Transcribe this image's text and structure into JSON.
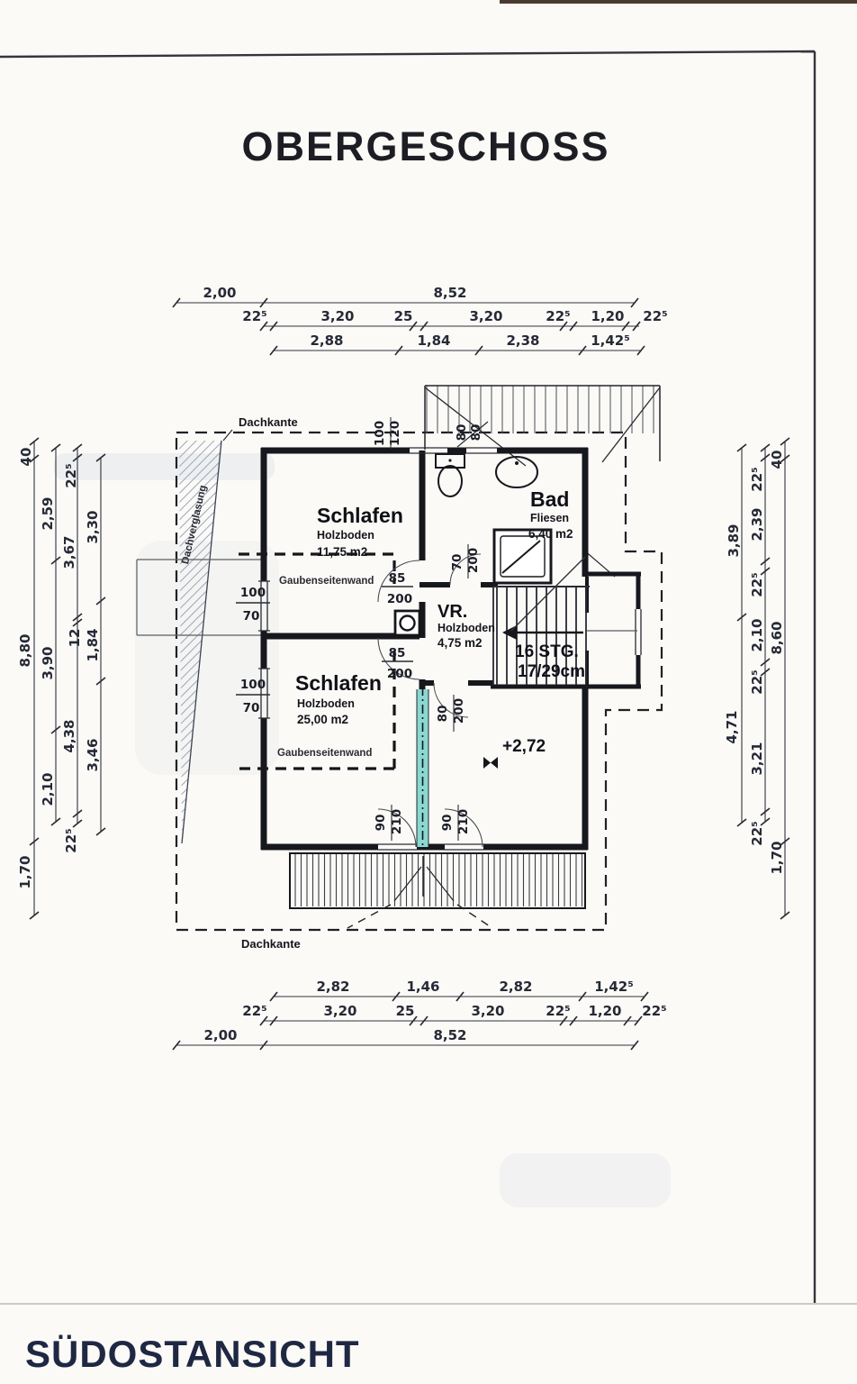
{
  "page": {
    "title": "OBERGESCHOSS",
    "section_title": "SÜDOSTANSICHT"
  },
  "labels": {
    "dachkante_top": "Dachkante",
    "dachkante_bottom": "Dachkante",
    "dachverglasung": "Dachverglasung",
    "gaubenseitenwand_1": "Gaubenseitenwand",
    "gaubenseitenwand_2": "Gaubenseitenwand"
  },
  "rooms": {
    "schlafen1": {
      "name": "Schlafen",
      "floor": "Holzboden",
      "area": "11,75 m2"
    },
    "bad": {
      "name": "Bad",
      "floor": "Fliesen",
      "area": "6,40 m2"
    },
    "vr": {
      "name": "VR.",
      "floor": "Holzboden",
      "area": "4,75 m2"
    },
    "schlafen2": {
      "name": "Schlafen",
      "floor": "Holzboden",
      "area": "25,00 m2"
    },
    "treppe": {
      "steps": "16 STG.",
      "step_size": "17/29cm"
    },
    "level_mark": "+2,72"
  },
  "openings": {
    "window_top1": {
      "w": "100",
      "h": "120"
    },
    "window_top2": {
      "w": "80",
      "h": "80"
    },
    "door_schlafen1": {
      "w": "85",
      "h": "200"
    },
    "door_schlafen2": {
      "w": "85",
      "h": "200"
    },
    "door_bad": {
      "w": "70",
      "h": "200"
    },
    "door_zimmer": {
      "w": "80",
      "h": "200"
    },
    "door_balkon1": {
      "w": "90",
      "h": "210"
    },
    "door_balkon2": {
      "w": "90",
      "h": "210"
    },
    "window_left1": {
      "w": "100",
      "h": "70"
    },
    "window_left2": {
      "w": "100",
      "h": "70"
    }
  },
  "dims": {
    "top": {
      "row1": [
        "2,00",
        "8,52"
      ],
      "row2": [
        "22⁵",
        "3,20",
        "25",
        "3,20",
        "22⁵",
        "1,20",
        "22⁵"
      ],
      "row3": [
        "2,88",
        "1,84",
        "2,38",
        "1,42⁵"
      ]
    },
    "bottom": {
      "row1": [
        "2,82",
        "1,46",
        "2,82",
        "1,42⁵"
      ],
      "row2": [
        "22⁵",
        "3,20",
        "25",
        "3,20",
        "22⁵",
        "1,20",
        "22⁵"
      ],
      "row3": [
        "2,00",
        "8,52"
      ]
    },
    "left": {
      "col1": [
        "40",
        "8,80",
        "1,70"
      ],
      "col2": [
        "2,59",
        "3,90",
        "2,10"
      ],
      "col3": [
        "22⁵",
        "3,67",
        "12",
        "4,38",
        "22⁵"
      ],
      "col4": [
        "3,30",
        "1,84",
        "3,46"
      ]
    },
    "right": {
      "col1": [
        "3,89",
        "4,71"
      ],
      "col2": [
        "22⁵",
        "2,39",
        "22⁵",
        "2,10",
        "22⁵",
        "3,21",
        "22⁵"
      ],
      "col3": [
        "40",
        "8,60",
        "1,70"
      ]
    }
  },
  "colors": {
    "highlight_wall": "#8ad8d1",
    "ink": "#17181d",
    "frame": "#34353c"
  }
}
